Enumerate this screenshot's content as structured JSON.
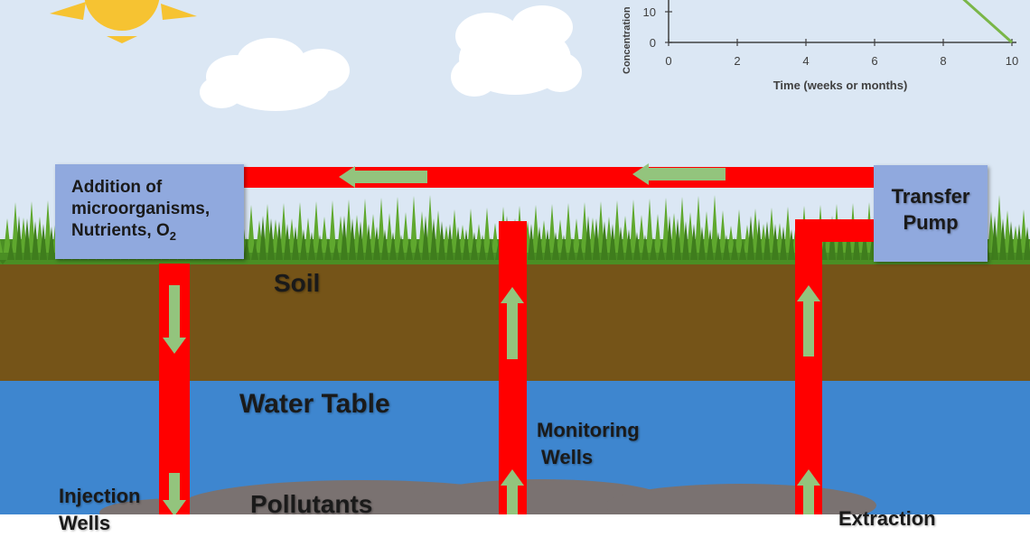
{
  "layers": {
    "soil": "Soil",
    "water_table": "Water Table",
    "pollutants": "Pollutants"
  },
  "boxes": {
    "addition_line1": "Addition of",
    "addition_line2": "microorganisms,",
    "addition_line3_prefix": "Nutrients, O",
    "addition_line3_sub": "2",
    "transfer_line1": "Transfer",
    "transfer_line2": "Pump"
  },
  "wells": {
    "monitoring_line1": "Monitoring",
    "monitoring_line2": "Wells",
    "injection_line1": "Injection",
    "injection_line2": "Wells",
    "extraction_partial": "Extraction"
  },
  "colors": {
    "sky": "#dbe7f4",
    "soil": "#755418",
    "water": "#3e86cf",
    "pipe": "#ff0000",
    "arrow": "#93c47d",
    "box": "#90a9de",
    "pollutant": "#7a7271",
    "sun": "#f6c332",
    "chart_line": "#7ab648"
  },
  "chart_data": {
    "type": "line",
    "title": "",
    "xlabel": "Time (weeks or months)",
    "ylabel": "Concentration",
    "x_ticks": [
      0,
      2,
      4,
      6,
      8,
      10
    ],
    "y_ticks": [
      0,
      10
    ],
    "xlim": [
      0,
      10
    ],
    "series": [
      {
        "x": [
          8,
          10
        ],
        "y": [
          20,
          0
        ]
      }
    ]
  }
}
